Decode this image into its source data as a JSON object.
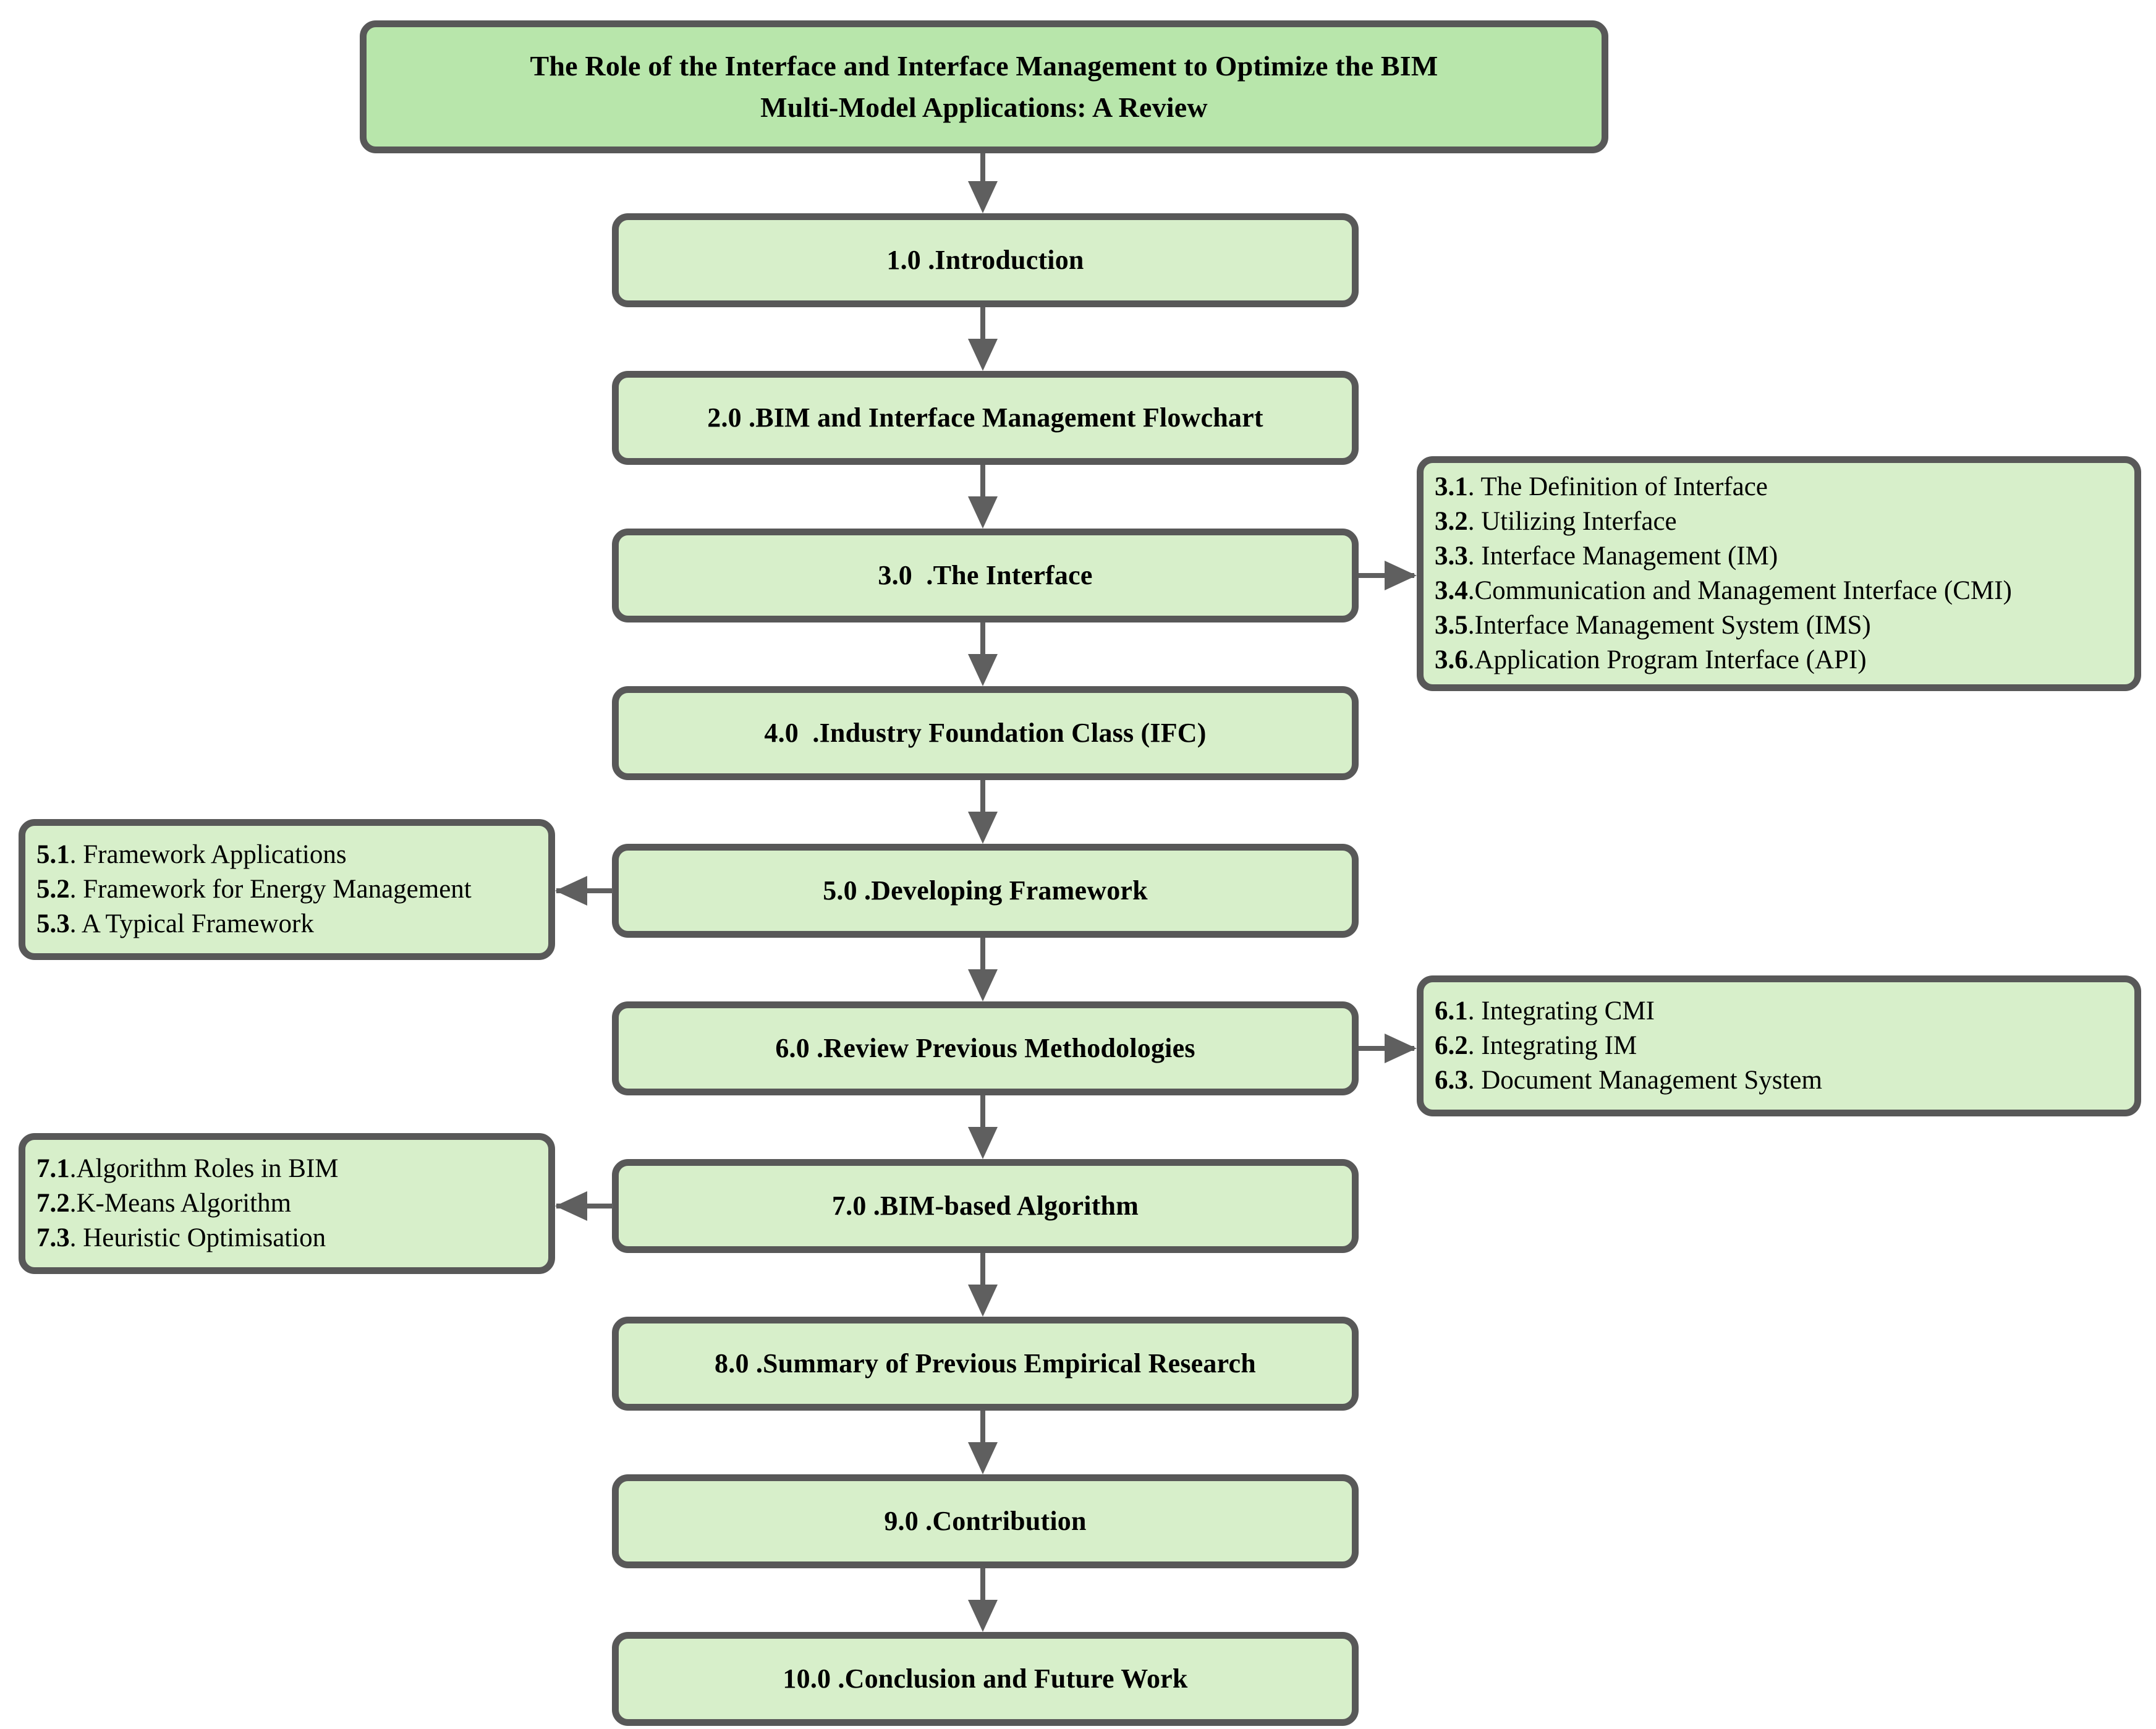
{
  "figure": {
    "type": "flowchart",
    "orientation": "top-to-bottom",
    "colors": {
      "title_fill": "#b8e6ab",
      "node_fill": "#d7efca",
      "node_border": "#585858",
      "connector": "#5f5f5f",
      "text": "#000000",
      "background": "#ffffff"
    }
  },
  "title": {
    "line1": "The Role of the Interface and Interface Management to Optimize the BIM",
    "line2": "Multi-Model Applications: A Review"
  },
  "nodes": [
    {
      "id": "n1",
      "label": "1.0 .Introduction"
    },
    {
      "id": "n2",
      "label": "2.0 .BIM and Interface Management Flowchart"
    },
    {
      "id": "n3",
      "label": "3.0  .The Interface"
    },
    {
      "id": "n4",
      "label": "4.0  .Industry Foundation Class (IFC)"
    },
    {
      "id": "n5",
      "label": "5.0 .Developing Framework"
    },
    {
      "id": "n6",
      "label": "6.0 .Review Previous Methodologies"
    },
    {
      "id": "n7",
      "label": "7.0 .BIM-based Algorithm"
    },
    {
      "id": "n8",
      "label": "8.0 .Summary of Previous Empirical Research"
    },
    {
      "id": "n9",
      "label": "9.0 .Contribution"
    },
    {
      "id": "n10",
      "label": "10.0 .Conclusion and Future Work"
    }
  ],
  "sublists": {
    "s3": {
      "parent": "3.0  .The Interface",
      "side": "right",
      "items": [
        {
          "num": "3.1",
          "text": ". The Definition of Interface"
        },
        {
          "num": "3.2",
          "text": ". Utilizing Interface"
        },
        {
          "num": "3.3",
          "text": ". Interface Management (IM)"
        },
        {
          "num": "3.4",
          "text": ".Communication and Management Interface (CMI)"
        },
        {
          "num": "3.5",
          "text": ".Interface Management System (IMS)"
        },
        {
          "num": "3.6",
          "text": ".Application Program Interface (API)"
        }
      ]
    },
    "s5": {
      "parent": "5.0 .Developing Framework",
      "side": "left",
      "items": [
        {
          "num": "5.1",
          "text": ". Framework Applications"
        },
        {
          "num": "5.2",
          "text": ". Framework for Energy Management"
        },
        {
          "num": "5.3",
          "text": ". A Typical Framework"
        }
      ]
    },
    "s6": {
      "parent": "6.0 .Review Previous Methodologies",
      "side": "right",
      "items": [
        {
          "num": "6.1",
          "text": ". Integrating CMI"
        },
        {
          "num": "6.2",
          "text": ". Integrating IM"
        },
        {
          "num": "6.3",
          "text": ". Document Management System"
        }
      ]
    },
    "s7": {
      "parent": "7.0 .BIM-based Algorithm",
      "side": "left",
      "items": [
        {
          "num": "7.1",
          "text": ".Algorithm Roles in BIM"
        },
        {
          "num": "7.2",
          "text": ".K-Means Algorithm"
        },
        {
          "num": "7.3",
          "text": ". Heuristic Optimisation"
        }
      ]
    }
  }
}
